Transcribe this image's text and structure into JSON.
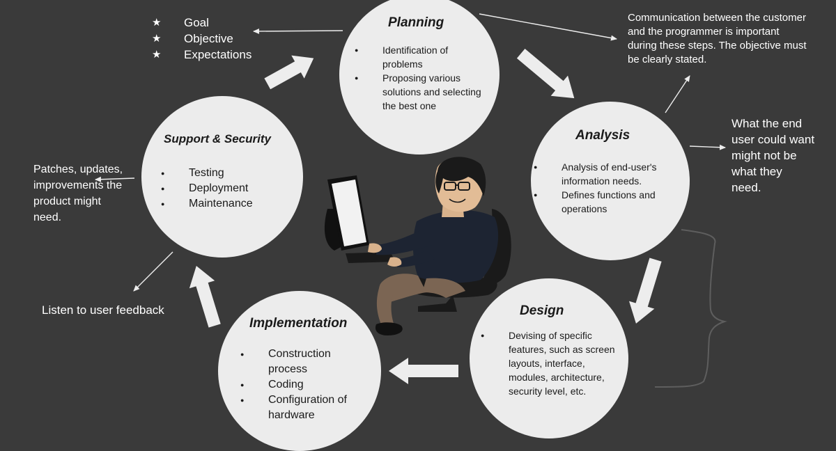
{
  "stages": {
    "planning": {
      "title": "Planning",
      "items": [
        "Identification of problems",
        "Proposing various solutions and selecting the best one"
      ]
    },
    "analysis": {
      "title": "Analysis",
      "items": [
        "Analysis of end-user's information needs.",
        "Defines functions and operations"
      ]
    },
    "design": {
      "title": "Design",
      "items": [
        "Devising of specific features, such as screen layouts, interface, modules, architecture, security level, etc."
      ]
    },
    "implementation": {
      "title": "Implementation",
      "items": [
        "Construction process",
        "Coding",
        "Configuration of hardware"
      ]
    },
    "support": {
      "title": "Support & Security",
      "items": [
        "Testing",
        "Deployment",
        "Maintenance"
      ]
    }
  },
  "goals": {
    "items": [
      "Goal",
      "Objective",
      "Expectations"
    ]
  },
  "notes": {
    "communication": "Communication between the customer and the programmer is important during these steps. The objective must be clearly stated.",
    "end_user": "What the end user could want might not be what they need.",
    "patches": "Patches, updates, improvements the product might need.",
    "feedback": "Listen to user feedback"
  },
  "icons": {
    "person": "person-at-computer-illustration",
    "cycle_arrow": "cycle-arrow-icon",
    "star": "star-icon"
  },
  "colors": {
    "background": "#3a3a3a",
    "circle": "#ececec",
    "arrow": "#ededed",
    "text_on_dark": "#ffffff",
    "text_on_light": "#1a1a1a"
  }
}
